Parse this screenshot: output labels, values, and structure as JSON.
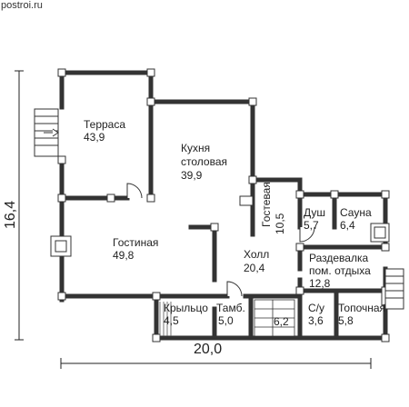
{
  "watermark": "postroi.ru",
  "dimensions": {
    "width": "20,0",
    "height": "16,4"
  },
  "rooms": {
    "terrace": {
      "name": "Терраса",
      "area": "43,9"
    },
    "kitchen": {
      "name1": "Кухня",
      "name2": "столовая",
      "area": "39,9"
    },
    "guest": {
      "name": "Гостевая",
      "area": "10,5"
    },
    "shower": {
      "name": "Душ",
      "area": "5,7"
    },
    "sauna": {
      "name": "Сауна",
      "area": "6,4"
    },
    "living": {
      "name": "Гостиная",
      "area": "49,8"
    },
    "hall": {
      "name": "Холл",
      "area": "20,4"
    },
    "dressing": {
      "name1": "Раздевалка",
      "name2": "пом. отдыха",
      "area": "12,8"
    },
    "porch": {
      "name": "Крыльцо",
      "area": "4,5"
    },
    "vestibule": {
      "name": "Тамб.",
      "area": "5,0"
    },
    "stair_area": {
      "area": "6,2"
    },
    "wc": {
      "name": "С/у",
      "area": "3,6"
    },
    "furnace": {
      "name": "Топочная",
      "area": "5,8"
    }
  }
}
